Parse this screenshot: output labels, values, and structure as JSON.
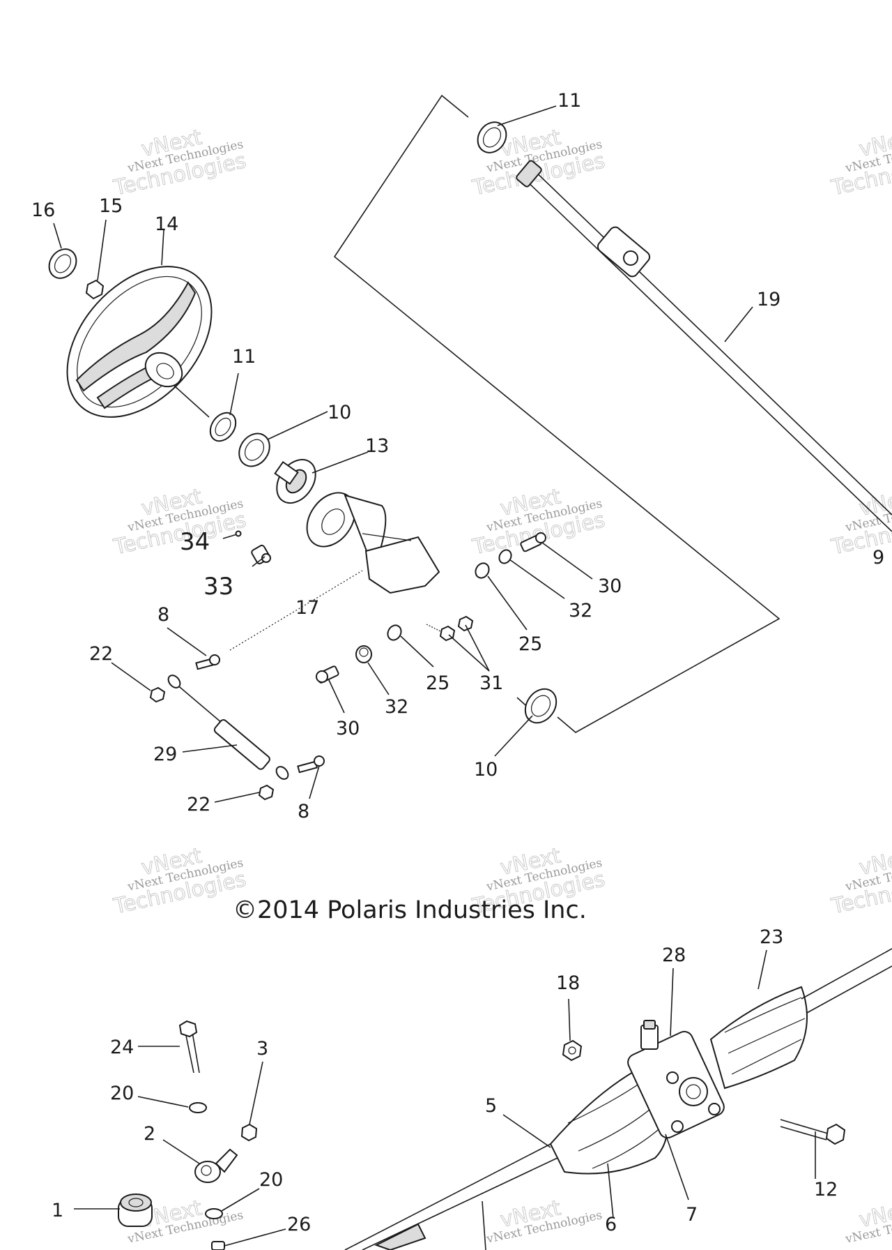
{
  "copyright": "©2014 Polaris Industries Inc.",
  "watermark": {
    "small": "vNext Technologies",
    "large_top": "vNext",
    "large_bottom": "Technologies"
  },
  "callouts": {
    "c11a": "11",
    "c16": "16",
    "c15": "15",
    "c14": "14",
    "c19": "19",
    "c11b": "11",
    "c10a": "10",
    "c13": "13",
    "c34": "34",
    "c33": "33",
    "c9": "9",
    "c30a": "30",
    "c32a": "32",
    "c25a": "25",
    "c17": "17",
    "c8a": "8",
    "c22a": "22",
    "c25b": "25",
    "c31": "31",
    "c30b": "30",
    "c32b": "32",
    "c29": "29",
    "c10b": "10",
    "c22b": "22",
    "c8b": "8",
    "c23": "23",
    "c28": "28",
    "c18": "18",
    "c24": "24",
    "c3": "3",
    "c20a": "20",
    "c2": "2",
    "c5": "5",
    "c12": "12",
    "c20b": "20",
    "c1": "1",
    "c26": "26",
    "c6": "6",
    "c7": "7"
  }
}
